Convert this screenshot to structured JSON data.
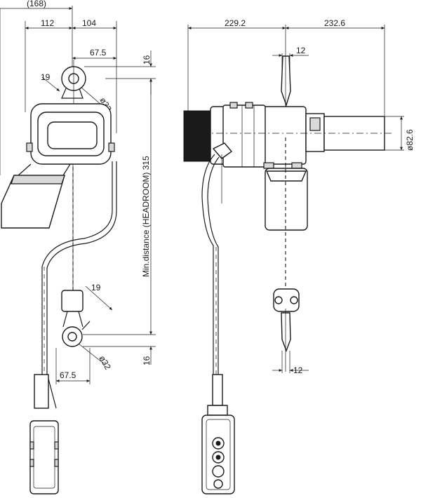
{
  "dimensions": {
    "overall_width_left": "(168)",
    "hook_offset_left": "112",
    "hook_offset_right": "104",
    "hook_center_top": "67.5",
    "hook_center_bottom": "67.5",
    "hook_throat_top": "19",
    "hook_throat_bottom": "19",
    "hook_diameter_top": "ø32",
    "hook_diameter_bottom": "ø32",
    "top_clearance": "16",
    "bottom_clearance": "16",
    "headroom_label": "Min.distance (HEADROOM) 315",
    "side_width_left": "229.2",
    "side_width_right": "232.6",
    "hook_width_top": "12",
    "hook_width_bottom": "12",
    "motor_diameter": "ø82.6"
  },
  "colors": {
    "line": "#1a1a1a",
    "fill": "#ffffff",
    "shade": "#d9d9d9"
  }
}
